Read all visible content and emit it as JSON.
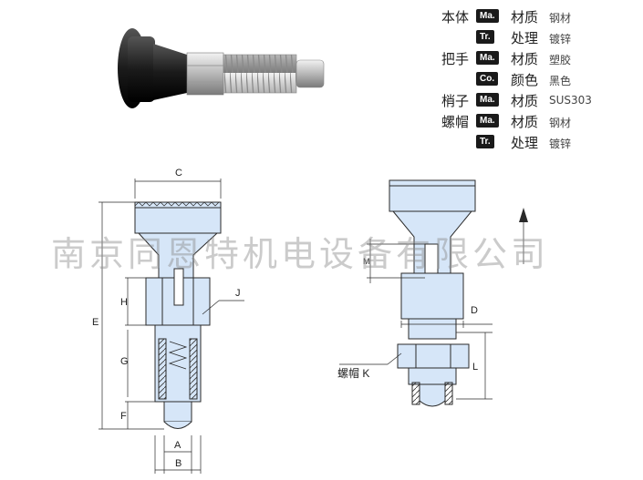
{
  "spec_rows": [
    {
      "part": "本体",
      "badge": "Ma.",
      "prop": "材质",
      "value": "钢材"
    },
    {
      "part": "",
      "badge": "Tr.",
      "prop": "处理",
      "value": "镀锌"
    },
    {
      "part": "把手",
      "badge": "Ma.",
      "prop": "材质",
      "value": "塑胶"
    },
    {
      "part": "",
      "badge": "Co.",
      "prop": "颜色",
      "value": "黑色"
    },
    {
      "part": "梢子",
      "badge": "Ma.",
      "prop": "材质",
      "value": "SUS303"
    },
    {
      "part": "螺帽",
      "badge": "Ma.",
      "prop": "材质",
      "value": "钢材"
    },
    {
      "part": "",
      "badge": "Tr.",
      "prop": "处理",
      "value": "镀锌"
    }
  ],
  "dims": {
    "C": "C",
    "H": "H",
    "G": "G",
    "F": "F",
    "E": "E",
    "J": "J",
    "A": "A",
    "B": "B",
    "M": "M",
    "D": "D",
    "L": "L",
    "K": "螺帽 K"
  },
  "watermark": "南京同恩特机电设备有限公司",
  "colors": {
    "part_fill": "#d6e6f8",
    "line": "#2a2a2a"
  }
}
